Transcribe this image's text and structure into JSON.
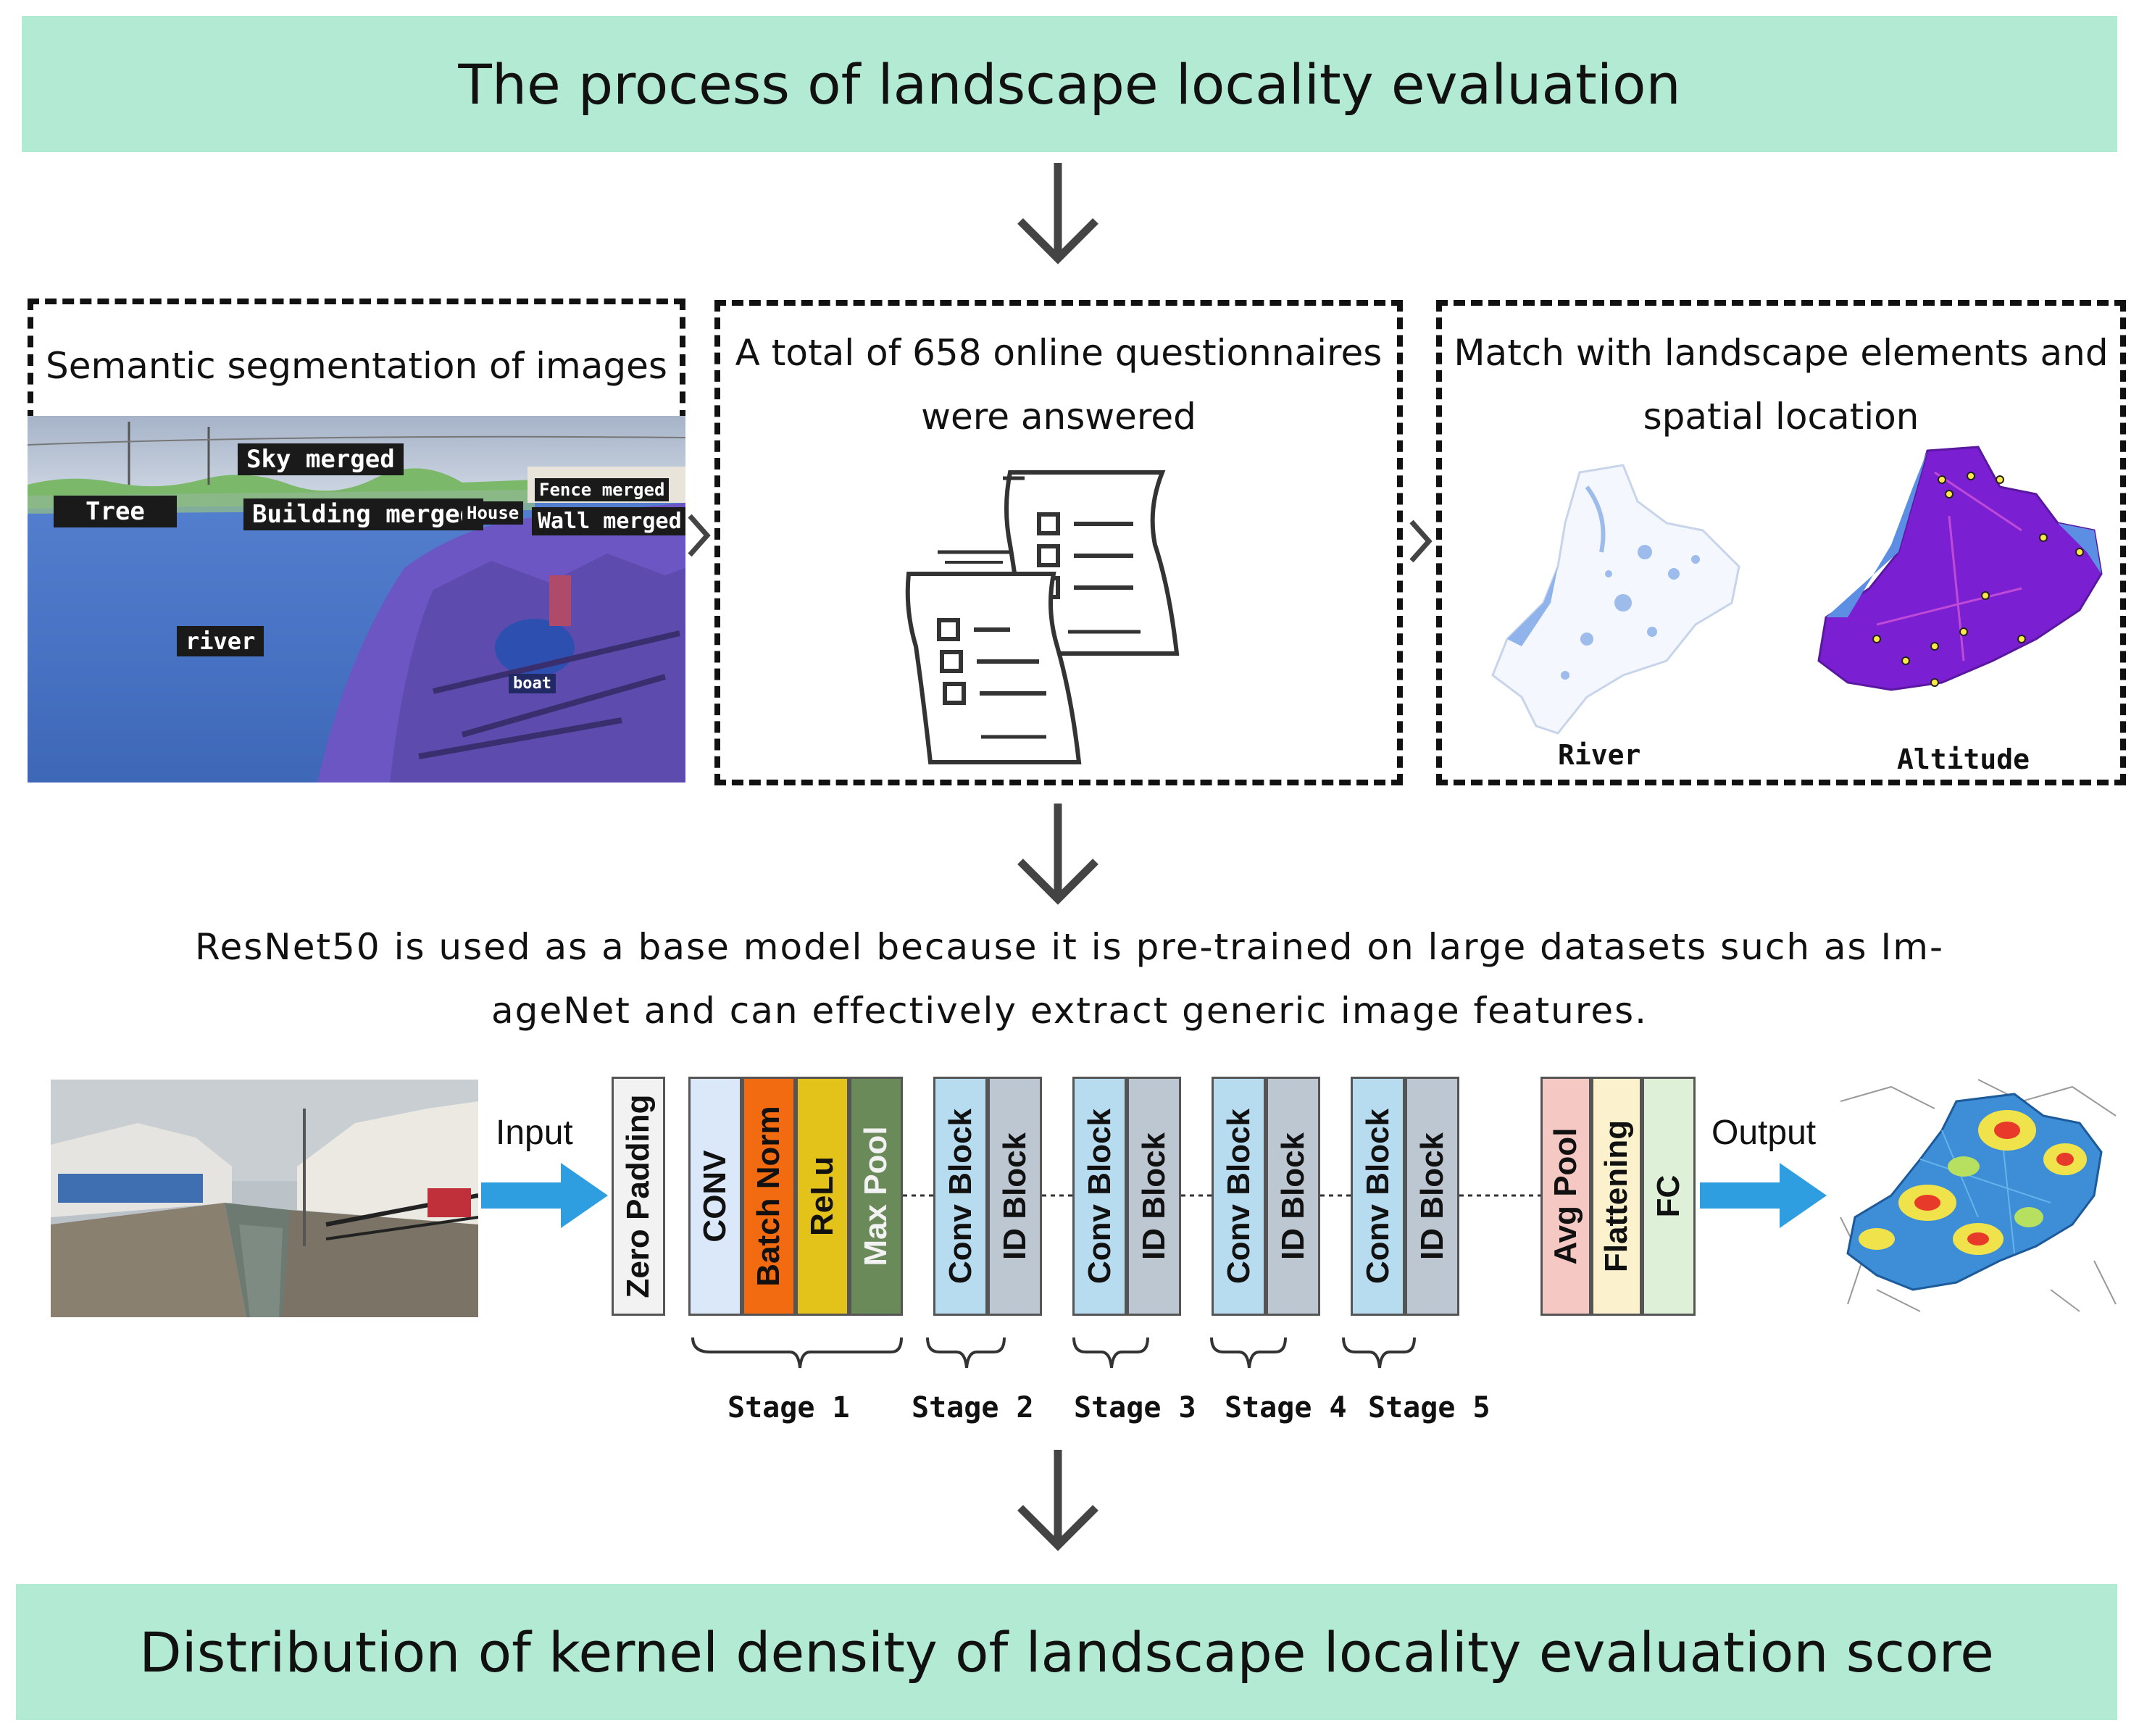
{
  "top_banner": "The process of landscape locality evaluation",
  "bottom_banner": "Distribution of kernel density of landscape locality evaluation score",
  "box1": {
    "title": "Semantic segmentation of images",
    "labels": {
      "sky": "Sky merged",
      "tree": "Tree",
      "building": "Building merged",
      "house": "House",
      "fence": "Fence merged",
      "wall": "Wall merged",
      "river": "river",
      "boat": "boat"
    }
  },
  "box2": {
    "title_line1": "A total of 658 online questionnaires",
    "title_line2": "were answered"
  },
  "box3": {
    "title_line1": "Match with landscape elements and",
    "title_line2": "spatial location",
    "map_left_label": "River",
    "map_right_label": "Altitude"
  },
  "description_line1": "ResNet50 is used as a base model because it is pre-trained on large datasets such as Im-",
  "description_line2": "ageNet and can effectively extract generic image features.",
  "network": {
    "input_label": "Input",
    "output_label": "Output",
    "zero_padding": "Zero Padding",
    "stage1_layers": [
      "CONV",
      "Batch Norm",
      "ReLu",
      "Max Pool"
    ],
    "conv_block": "Conv Block",
    "id_block": "ID Block",
    "tail_layers": [
      "Avg Pool",
      "Flattening",
      "FC"
    ],
    "stages": [
      "Stage 1",
      "Stage 2",
      "Stage 3",
      "Stage 4",
      "Stage 5"
    ]
  },
  "colors": {
    "banner": "#b2ead3",
    "conv": "#dbe8fa",
    "batch_norm": "#f26b10",
    "relu": "#e3c31a",
    "max_pool": "#6b8a5a",
    "conv_block": "#b7dbef",
    "id_block": "#bcc7d1",
    "avg_pool": "#f6c8c4",
    "flattening": "#fbf1cc",
    "fc": "#dff0d8",
    "arrow_blue": "#2f9ee0"
  }
}
